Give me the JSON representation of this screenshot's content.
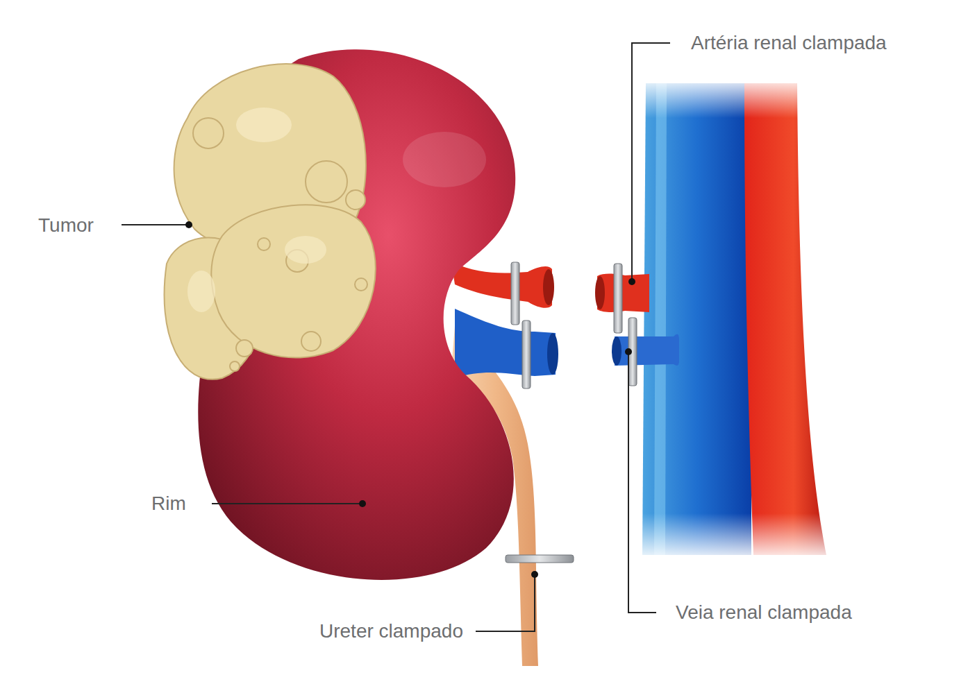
{
  "diagram": {
    "labels": [
      "Tumor",
      "Rim",
      "Artéria renal clampada",
      "Veia renal clampada",
      "Ureter clampado"
    ]
  }
}
